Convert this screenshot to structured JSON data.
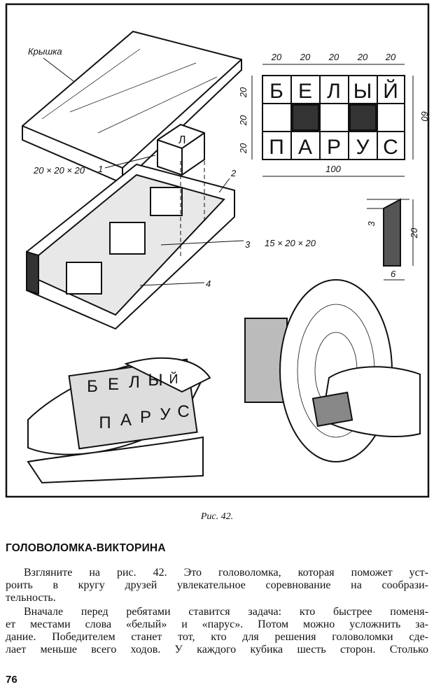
{
  "figure": {
    "labels": {
      "lid": "Крышка",
      "cube_size": "20 × 20 × 20",
      "n1": "1",
      "n2": "2",
      "n3": "3",
      "n4": "4",
      "block_size": "15 × 20 × 20"
    },
    "grid": {
      "top_word": [
        "Б",
        "Е",
        "Л",
        "Ы",
        "Й"
      ],
      "bottom_word": [
        "П",
        "А",
        "Р",
        "У",
        "С"
      ],
      "col_dims": [
        "20",
        "20",
        "20",
        "20",
        "20"
      ],
      "row_dims": [
        "20",
        "20",
        "20"
      ],
      "total_width": "100",
      "total_height": "60"
    },
    "wedge": {
      "d_top": "3",
      "d_height": "20",
      "d_width": "6"
    },
    "hands": {
      "top_word": [
        "Б",
        "Е",
        "Л",
        "Ы",
        "Й"
      ],
      "bottom_word": [
        "П",
        "А",
        "Р",
        "У",
        "С"
      ]
    },
    "caption": "Рис. 42."
  },
  "section": {
    "heading": "ГОЛОВОЛОМКА-ВИКТОРИНА",
    "lines": [
      "Взгляните на рис. 42. Это головоломка, которая поможет уст-",
      "роить в кругу друзей увлекательное соревнование на сообрази-",
      "тельность.",
      "Вначале перед ребятами ставится задача: кто быстрее поменя-",
      "ет местами слова «белый» и «парус». Потом можно усложнить за-",
      "дание. Победителем станет тот, кто для решения головоломки сде-",
      "лает меньше всего ходов. У каждого кубика шесть сторон. Столько"
    ]
  },
  "page_number": "76"
}
